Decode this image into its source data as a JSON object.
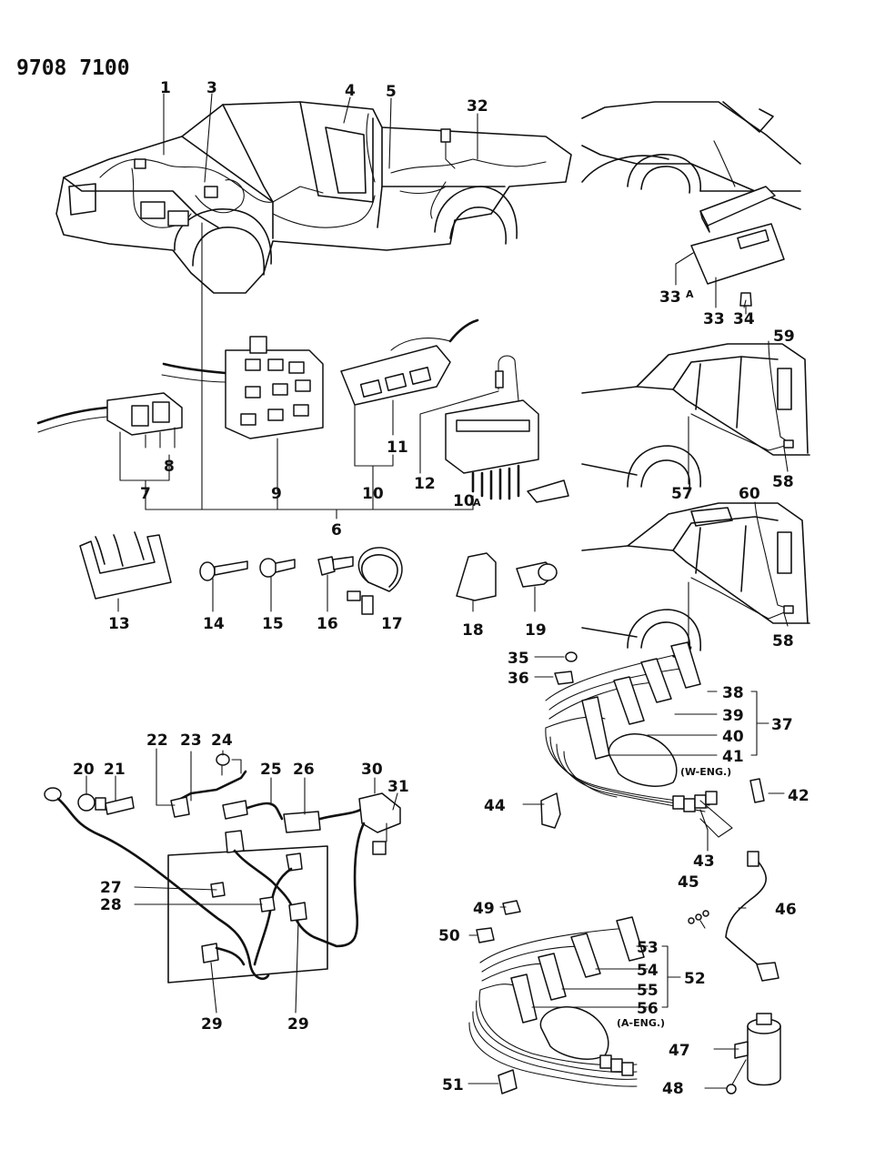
{
  "document_number": "9708 7100",
  "callouts": {
    "c1": "1",
    "c3": "3",
    "c4": "4",
    "c5": "5",
    "c32": "32",
    "c33": "33",
    "c33a": "33",
    "c33a_suffix": "A",
    "c34": "34",
    "c59": "59",
    "c57a": "57",
    "c58a": "58",
    "c60": "60",
    "c57b": "57",
    "c58b": "58",
    "c7": "7",
    "c8": "8",
    "c9": "9",
    "c10": "10",
    "c11": "11",
    "c12": "12",
    "c10a": "10",
    "c10a_suffix": "A",
    "c6": "6",
    "c13": "13",
    "c14": "14",
    "c15": "15",
    "c16": "16",
    "c17": "17",
    "c18": "18",
    "c19": "19",
    "c35": "35",
    "c36": "36",
    "c38": "38",
    "c39": "39",
    "c40": "40",
    "c41": "41",
    "c37": "37",
    "c42": "42",
    "c44": "44",
    "c43": "43",
    "c45": "45",
    "c46": "46",
    "c20": "20",
    "c21": "21",
    "c22": "22",
    "c23": "23",
    "c24": "24",
    "c25": "25",
    "c26": "26",
    "c30": "30",
    "c31": "31",
    "c27": "27",
    "c28": "28",
    "c29a": "29",
    "c29b": "29",
    "c49": "49",
    "c50": "50",
    "c53": "53",
    "c54": "54",
    "c55": "55",
    "c56": "56",
    "c52": "52",
    "c51": "51",
    "c47": "47",
    "c48": "48"
  },
  "notes": {
    "w_engine": "(W-ENG.)",
    "a_engine": "(A-ENG.)"
  }
}
